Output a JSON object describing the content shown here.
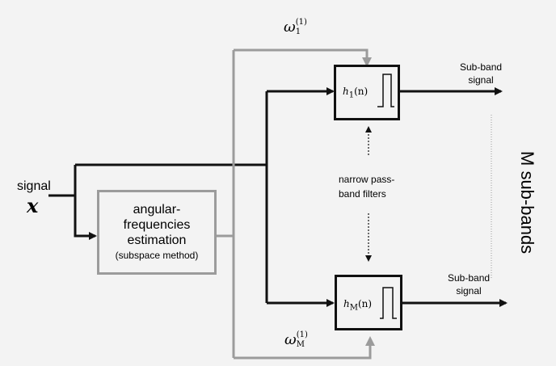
{
  "diagram": {
    "input": {
      "label": "signal",
      "symbol": "x"
    },
    "estimator": {
      "lines": [
        "angular-",
        "frequencies",
        "estimation"
      ],
      "method": "(subspace method)"
    },
    "filters": [
      {
        "label": "h",
        "subscript": "1",
        "argument": "(n)"
      },
      {
        "label": "h",
        "subscript": "M",
        "argument": "(n)"
      }
    ],
    "omegas": [
      {
        "symbol": "ω",
        "subscript": "1",
        "superscript": "(1)"
      },
      {
        "symbol": "ω",
        "subscript": "M",
        "superscript": "(1)"
      }
    ],
    "outputs": [
      {
        "line1": "Sub-band",
        "line2": "signal"
      },
      {
        "line1": "Sub-band",
        "line2": "signal"
      }
    ],
    "filter_note": {
      "line1": "narrow pass-",
      "line2": "band filters"
    },
    "side_label": "M sub-bands",
    "colors": {
      "main_wire": "#111111",
      "control_wire": "#9b9b9b",
      "background": "#f3f3f3"
    }
  }
}
